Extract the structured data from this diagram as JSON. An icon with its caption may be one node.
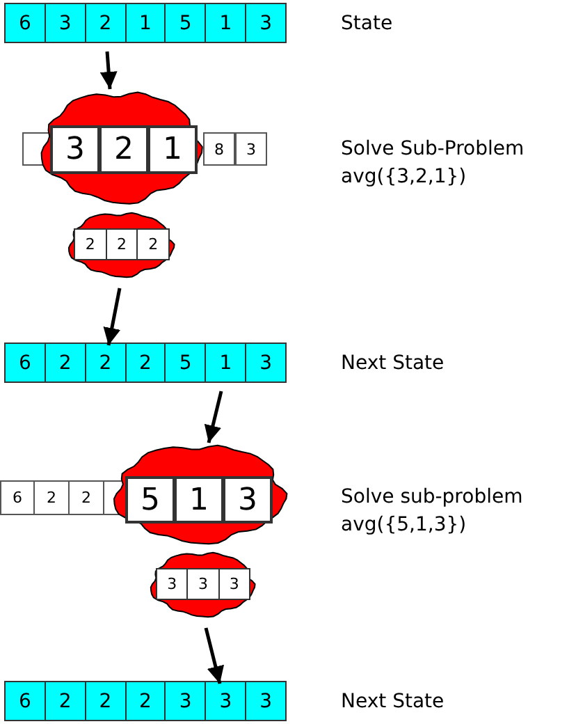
{
  "diagram": {
    "nodes": [
      {
        "text": [
          "6",
          "3",
          "2",
          "1",
          "5",
          "1",
          "3"
        ],
        "beside": [
          "State"
        ]
      },
      {
        "text": [],
        "shape": "cloud"
      },
      {
        "text": [
          "3",
          "2",
          "1"
        ],
        "in": 1
      },
      {
        "text": [],
        "shape": "cloud"
      },
      {
        "text": [
          "2",
          "2",
          "2"
        ],
        "in": 3
      },
      {
        "text": [
          "6",
          "2",
          "2",
          "2",
          "5",
          "1",
          "3"
        ],
        "beside": [
          "Next State"
        ]
      },
      {
        "text": [],
        "shape": "cloud"
      },
      {
        "text": [
          "5",
          "1",
          "3"
        ],
        "in": 6
      },
      {
        "text": [],
        "shape": "cloud"
      },
      {
        "text": [
          "3",
          "3",
          "3"
        ],
        "in": 8
      },
      {
        "text": [
          "6",
          "2",
          "2",
          "2",
          "3",
          "3",
          "3"
        ],
        "beside": [
          "Next State"
        ]
      }
    ],
    "edges": [
      {
        "from": 0,
        "to": 1,
        "arrow": "to"
      },
      {
        "from": 3,
        "to": 5,
        "arrow": "to"
      },
      {
        "from": 5,
        "to": 6,
        "arrow": "to"
      },
      {
        "from": 8,
        "to": 10,
        "arrow": "to"
      }
    ],
    "labels": [
      "8",
      "3",
      "Solve Sub-Problem avg({3,2,1})",
      "6",
      "2",
      "2",
      "Solve sub-problem avg({5,1,3})"
    ]
  }
}
